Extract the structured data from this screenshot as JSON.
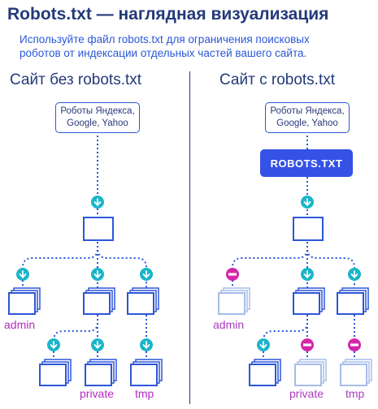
{
  "header": {
    "title": "Robots.txt — наглядная визуализация",
    "subtitle_line1": "Используйте файл robots.txt для ограничения поисковых",
    "subtitle_line2": "роботов от индексации отдельных частей вашего сайта."
  },
  "left": {
    "heading": "Сайт без robots.txt",
    "bots_line1": "Роботы Яндекса,",
    "bots_line2": "Google, Yahoo",
    "labels": {
      "admin": "admin",
      "private": "private",
      "tmp": "tmp"
    }
  },
  "right": {
    "heading": "Сайт с robots.txt",
    "bots_line1": "Роботы Яндекса,",
    "bots_line2": "Google, Yahoo",
    "robots_button": "ROBOTS.TXT",
    "labels": {
      "admin": "admin",
      "private": "private",
      "tmp": "tmp"
    }
  },
  "colors": {
    "accent": "#2d56d8",
    "allowed": "#1ab5c9",
    "blocked": "#d426a8",
    "faded": "#9ab3e8",
    "label": "#b52bc1"
  },
  "icons": {
    "allowed": "down-arrow-circle-icon",
    "blocked": "minus-circle-icon",
    "page": "page-stack-icon"
  }
}
